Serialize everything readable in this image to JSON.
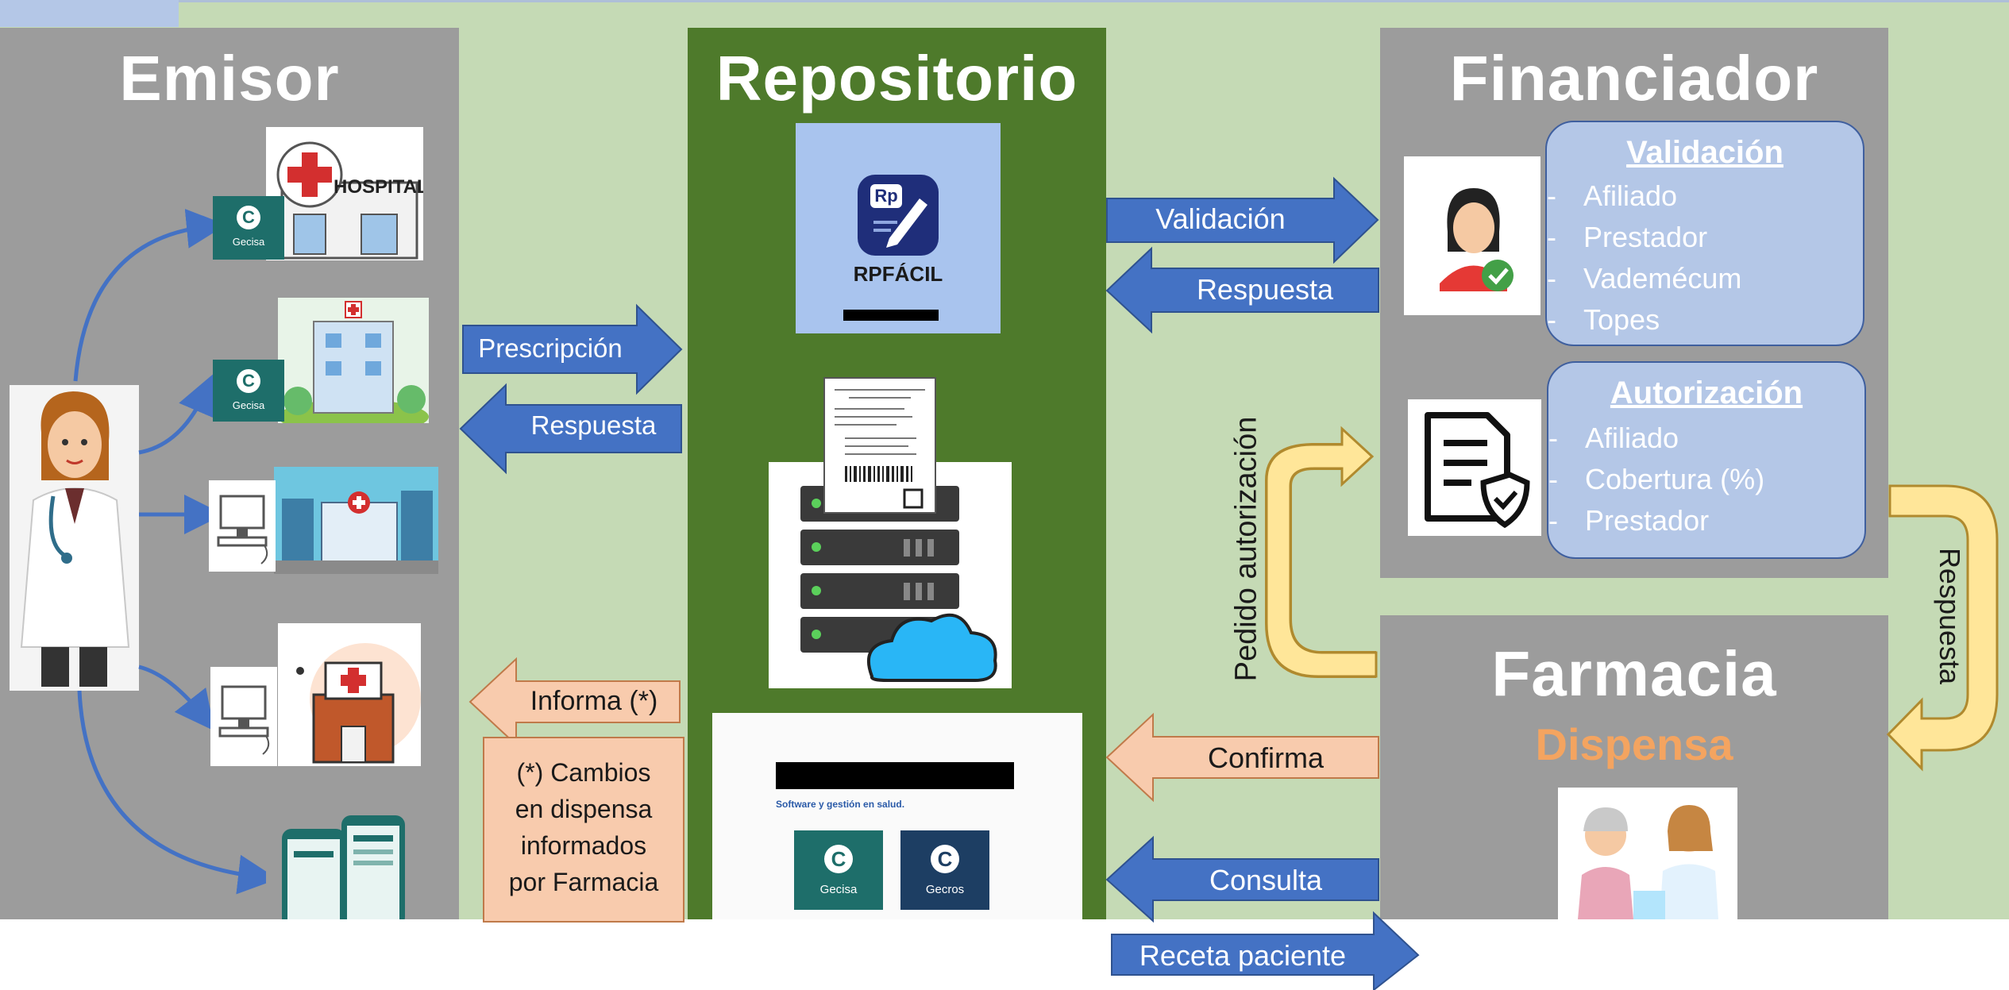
{
  "panels": {
    "emisor_title": "Emisor",
    "repositorio_title": "Repositorio",
    "financiador_title": "Financiador",
    "farmacia_title": "Farmacia",
    "farmacia_subtitle": "Dispensa"
  },
  "emisor": {
    "hospital_sign": "HOSPITAL",
    "badge_letter": "C",
    "badge_label": "Gecisa"
  },
  "repositorio": {
    "app_icon_letters": "Rp",
    "app_name": "RPFÁCIL",
    "software_tagline": "Software y gestión en salud.",
    "software_logos": [
      {
        "letter": "C",
        "label": "Gecisa"
      },
      {
        "letter": "C",
        "label": "Gecros"
      }
    ]
  },
  "financiador": {
    "validacion": {
      "title": "Validación",
      "items": [
        "Afiliado",
        "Prestador",
        "Vademécum",
        "Topes"
      ]
    },
    "autorizacion": {
      "title": "Autorización",
      "items": [
        "Afiliado",
        "Cobertura (%)",
        "Prestador"
      ]
    }
  },
  "arrows": {
    "prescripcion": "Prescripción",
    "respuesta_emisor": "Respuesta",
    "validacion": "Validación",
    "respuesta_financiador": "Respuesta",
    "pedido_autorizacion": "Pedido autorización",
    "respuesta_farmacia": "Respuesta",
    "informa": "Informa (*)",
    "confirma": "Confirma",
    "consulta": "Consulta",
    "receta_paciente": "Receta paciente"
  },
  "note": {
    "lines": [
      "(*) Cambios",
      "en dispensa",
      "informados",
      "por Farmacia"
    ]
  },
  "colors": {
    "background": "#c5dab5",
    "panel_gray": "#9c9c9c",
    "panel_green": "#4e7a2b",
    "arrow_blue": "#4472c4",
    "arrow_peach": "#f8cbad",
    "arrow_yellow": "#ffe699",
    "box_blue": "#b4c7e7",
    "dispensa_orange": "#f4a460"
  }
}
